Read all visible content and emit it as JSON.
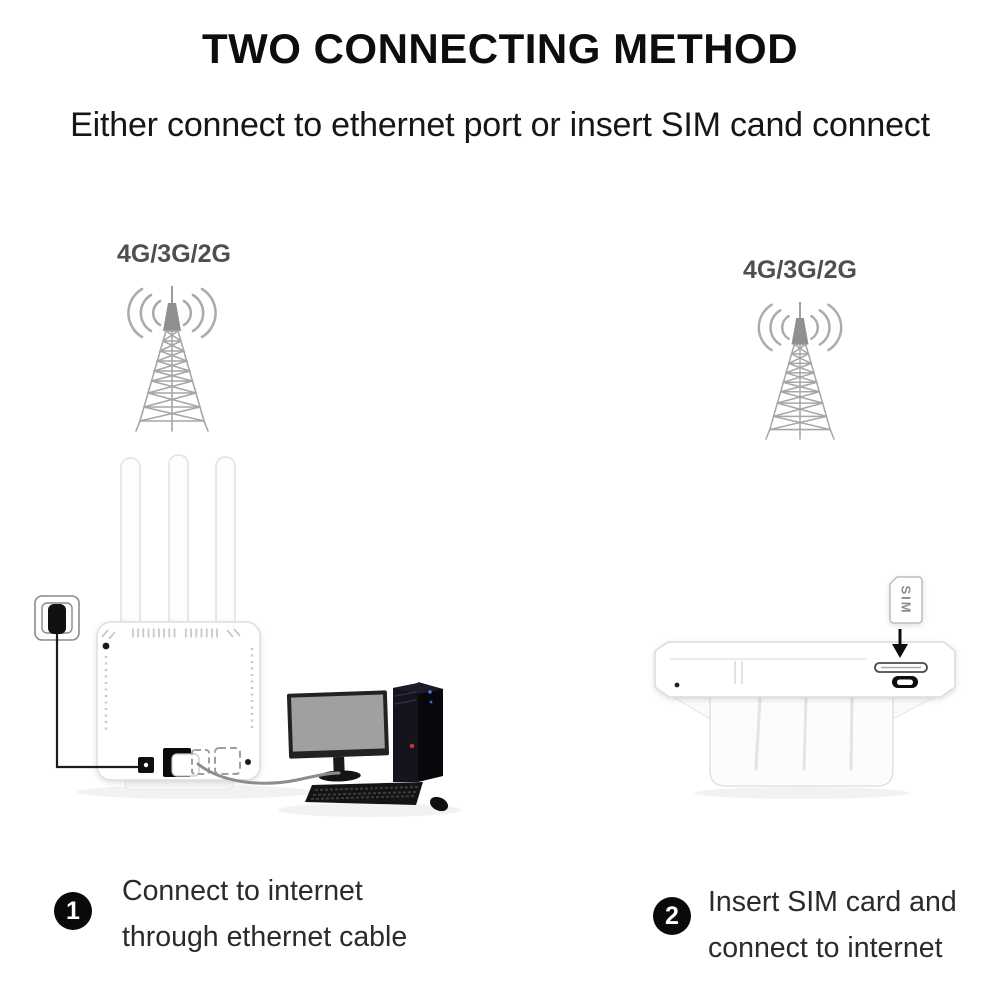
{
  "page": {
    "title": "TWO CONNECTING METHOD",
    "subtitle": "Either connect to ethernet port or insert SIM cand connect"
  },
  "method_ethernet": {
    "network_label": "4G/3G/2G",
    "step_number": "1",
    "caption_line1": "Connect to internet",
    "caption_line2": "through ethernet cable"
  },
  "method_sim": {
    "network_label": "4G/3G/2G",
    "step_number": "2",
    "caption_line1": "Insert SIM card and",
    "caption_line2": "connect to internet",
    "sim_card_label": "SIM"
  },
  "icons": {
    "cell_tower": "lattice-tower-with-signal-waves",
    "wall_plug": "power-plug-in-socket",
    "sim_card": "sim-card",
    "down_arrow": "solid-down-arrow",
    "step_badge": "black-filled-circle-number"
  },
  "colors": {
    "title_text": "#0d0d0d",
    "caption_text": "#2b2b2b",
    "network_label_text": "#4f4f4f",
    "tower_gray": "#a6a6a6",
    "badge_black": "#0a0a0a",
    "device_white": "#ffffff",
    "device_edge_gray": "#dcdcdc",
    "screen_gray": "#a0a0a0",
    "cable_gray": "#8d8d8d",
    "pc_dark": "#14141f",
    "accent_red": "#c53030",
    "accent_blue": "#4a7fe0"
  }
}
